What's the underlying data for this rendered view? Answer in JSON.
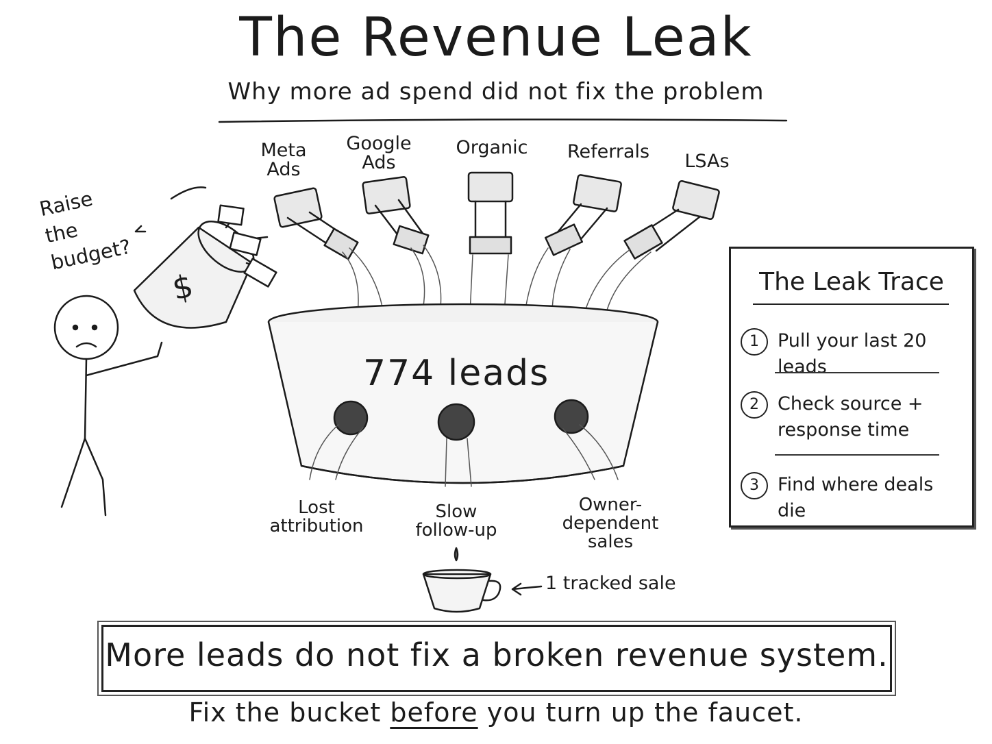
{
  "title": "The Revenue Leak",
  "subtitle": "Why more ad spend did not fix the problem",
  "sources": [
    "Meta\nAds",
    "Google\nAds",
    "Organic",
    "Referrals",
    "LSAs"
  ],
  "bucket": {
    "count_label": "774 leads"
  },
  "leaks": [
    "Lost\nattribution",
    "Slow\nfollow-up",
    "Owner-\ndependent\nsales"
  ],
  "budget_note": "Raise\nthe\nbudget?",
  "dollar_sign": "$",
  "tracked_sale": "1 tracked sale",
  "leak_trace": {
    "title": "The Leak Trace",
    "steps": [
      {
        "num": "1",
        "text": "Pull your last 20 leads"
      },
      {
        "num": "2",
        "text": "Check source + response time"
      },
      {
        "num": "3",
        "text": "Find where deals die"
      }
    ]
  },
  "conclusion": "More leads do not fix a broken revenue system.",
  "footer": {
    "before": "Fix the bucket",
    "emphasis": "before",
    "after": "you turn up the faucet."
  },
  "colors": {
    "ink": "#1b1b1b",
    "water": "#dfe6ea",
    "bucket": "#f2f2f2"
  },
  "icons": [
    "pipe-icon",
    "stick-figure-icon",
    "money-bucket-icon",
    "cup-icon",
    "arrow-icon"
  ]
}
